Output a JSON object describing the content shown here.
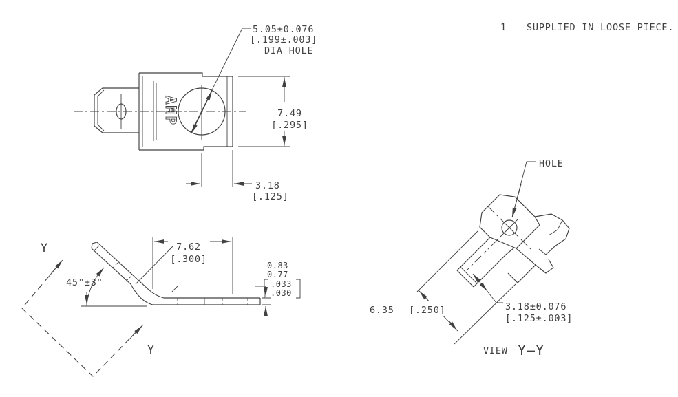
{
  "drawing": {
    "background": "#ffffff",
    "line_color": "#414141",
    "note": {
      "item_number": "1",
      "text": "SUPPLIED IN LOOSE PIECE."
    },
    "front_view": {
      "logo": "AMP",
      "hole_callout": {
        "metric": "5.05±0.076",
        "inch": "[.199±.003]",
        "label": "DIA HOLE"
      },
      "height_dim": {
        "metric": "7.49",
        "inch": "[.295]"
      },
      "offset_dim": {
        "metric": "3.18",
        "inch": "[.125]"
      }
    },
    "side_view": {
      "angle_dim": "45°±3°",
      "flat_length_dim": {
        "metric": "7.62",
        "inch": "[.300]"
      },
      "thickness_dim": {
        "metric_max": "0.83",
        "metric_min": "0.77",
        "inch_max": ".033",
        "inch_min": ".030"
      },
      "section_label_1": "Y",
      "section_label_2": "Y"
    },
    "section_view": {
      "hole_label": "HOLE",
      "tab_width_dim": {
        "metric": "6.35",
        "inch": "[.250]"
      },
      "tab_offset_dim": {
        "metric": "3.18±0.076",
        "inch": "[.125±.003]"
      },
      "view_label": "VIEW",
      "view_name": "Y–Y"
    }
  }
}
